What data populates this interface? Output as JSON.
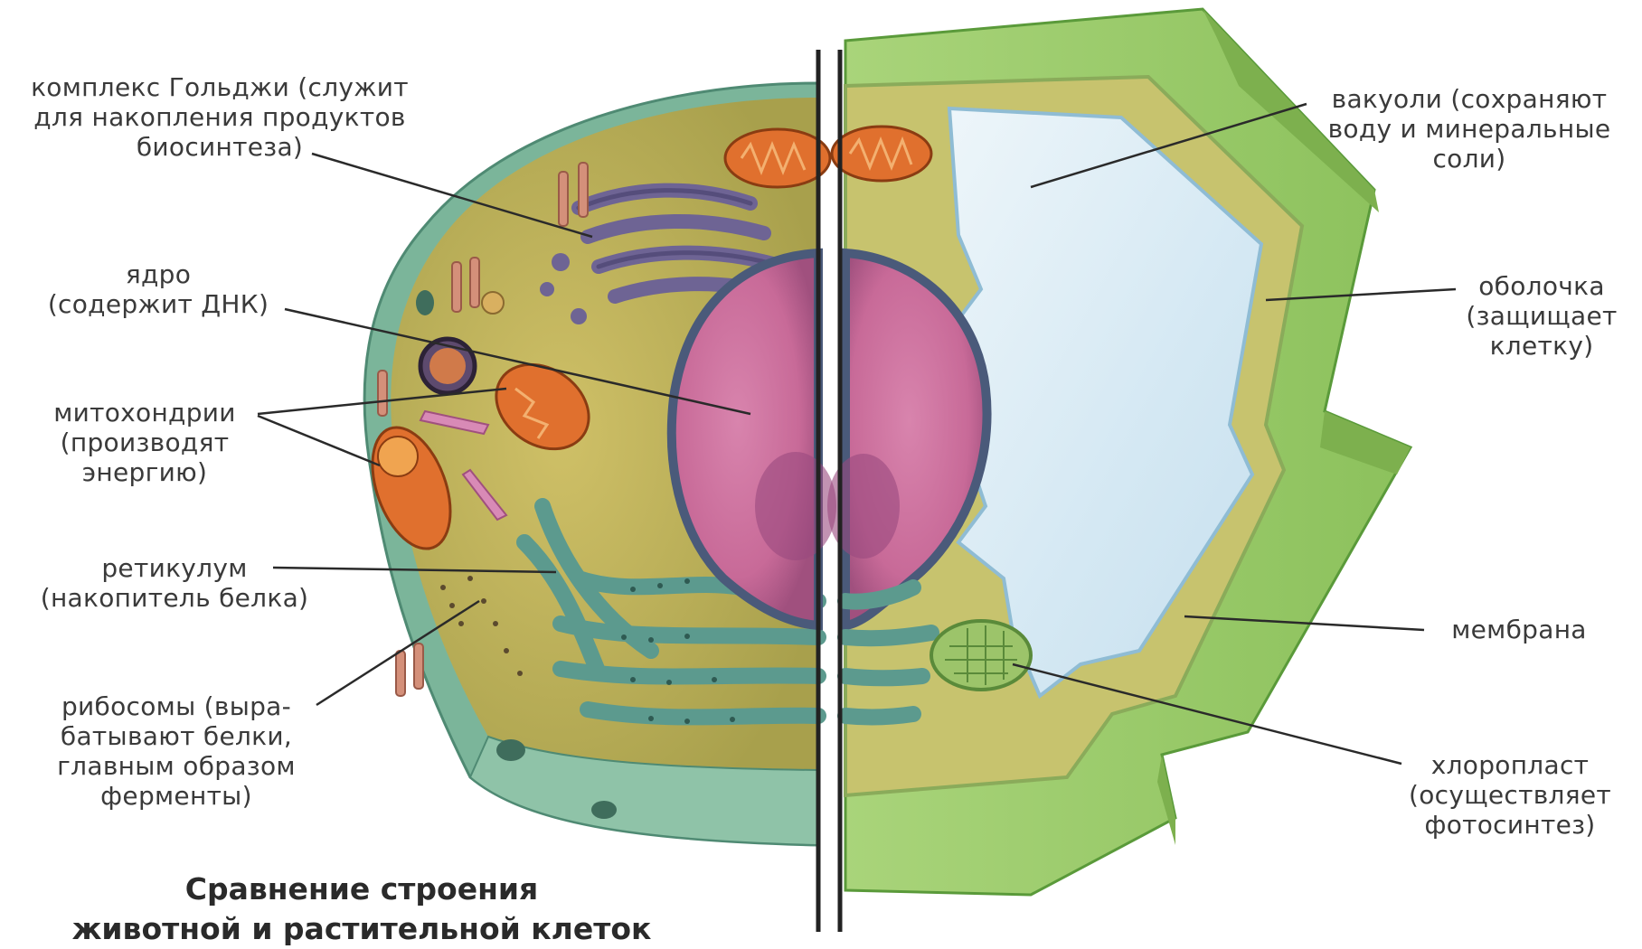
{
  "colors": {
    "cytoplasm": "#c8b85a",
    "cell_wall": "#9ccb6a",
    "vacuole": "#d9ecf5",
    "nucleus": "#c86a98",
    "mitochondria": "#e0702e",
    "reticulum": "#5c9a8e",
    "golgi": "#6e6494",
    "chloroplast": "#9cc46a",
    "divider": "#222222"
  },
  "labels": {
    "golgi": "комплекс Гольджи (служит\nдля накопления продуктов\nбиосинтеза)",
    "nucleus": "ядро\n(содержит ДНК)",
    "mitochondria": "митохондрии\n(производят\nэнергию)",
    "reticulum": "ретикулум\n(накопитель белка)",
    "ribosomes": "рибосомы (выра-\nбатывают белки,\nглавным образом\nферменты)",
    "vacuoles": "вакуоли (сохраняют\nводу и минеральные\nсоли)",
    "wall": "оболочка\n(защищает\nклетку)",
    "membrane": "мембрана",
    "chloroplast": "хлоропласт\n(осуществляет\nфотосинтез)"
  },
  "caption": "Сравнение строения\nживотной и растительной клеток"
}
